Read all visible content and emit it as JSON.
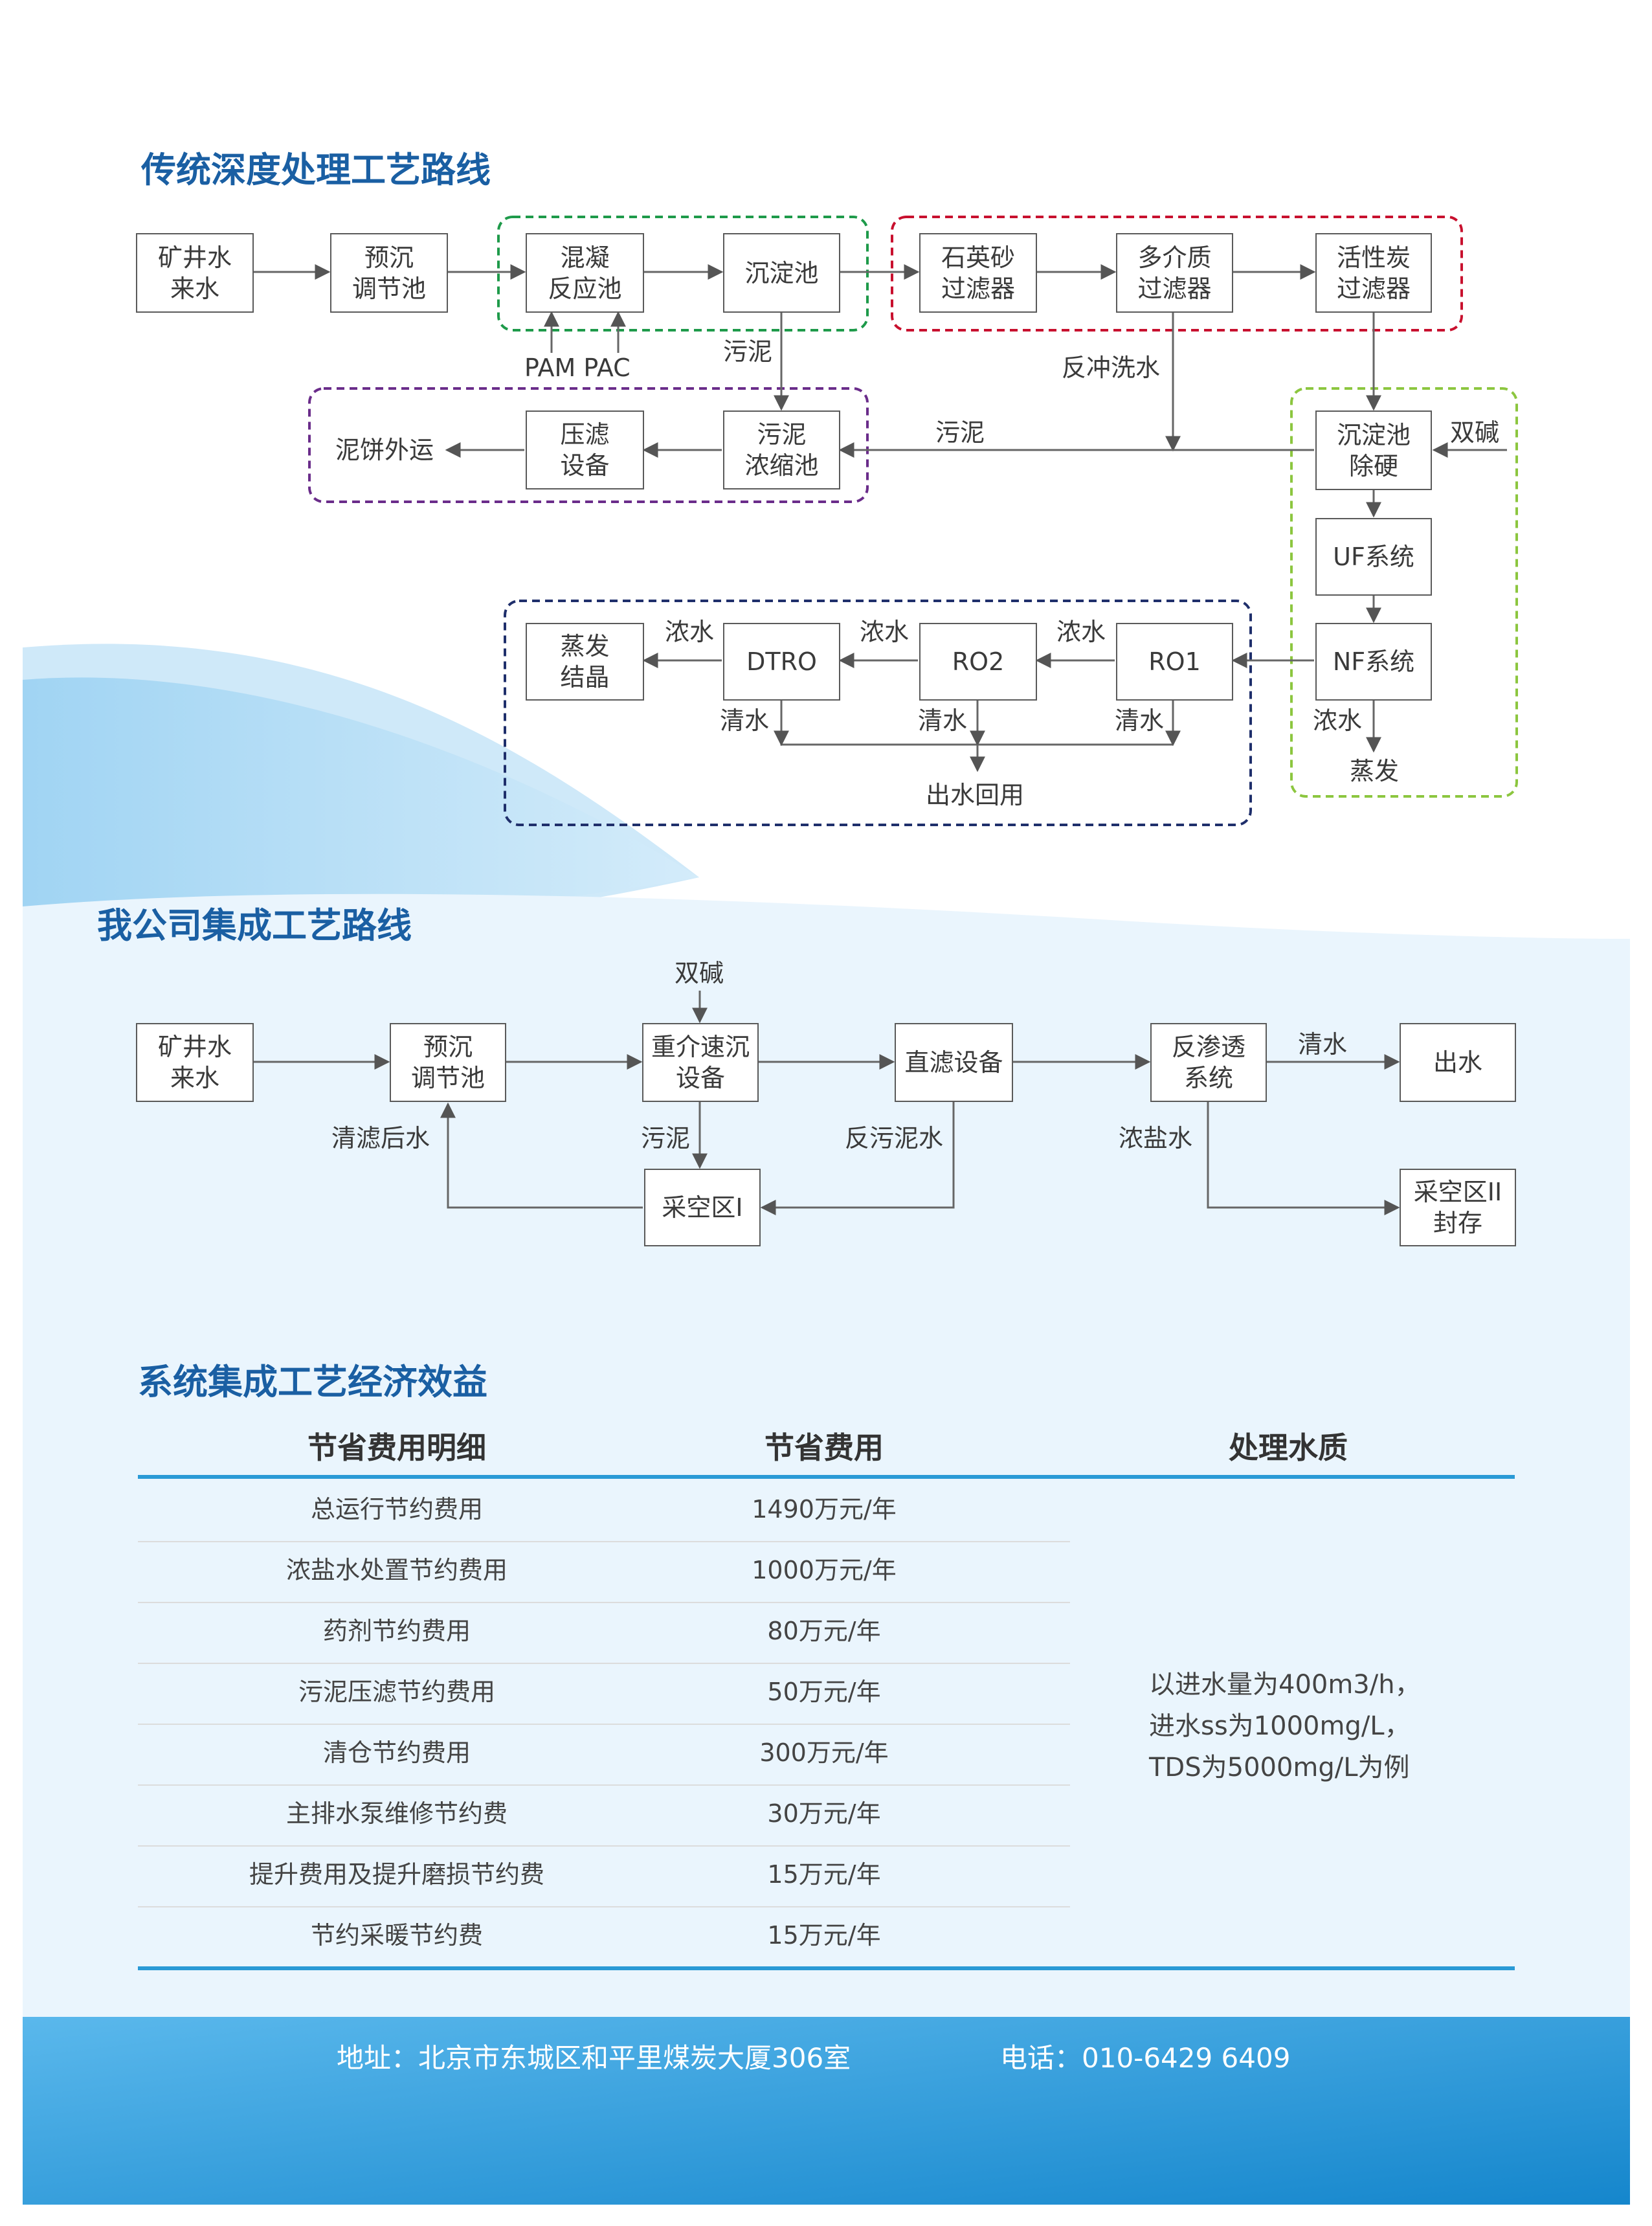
{
  "section1": {
    "title": "传统深度处理工艺路线"
  },
  "section2": {
    "title": "我公司集成工艺路线"
  },
  "section3": {
    "title": "系统集成工艺经济效益"
  },
  "traditional": {
    "boxes": {
      "mine_water": "矿井水\n来水",
      "pre_settle": "预沉\n调节池",
      "coag": "混凝\n反应池",
      "settle": "沉淀池",
      "quartz": "石英砂\n过滤器",
      "multimedia": "多介质\n过滤器",
      "carbon": "活性炭\n过滤器",
      "press": "压滤\n设备",
      "sludge_thick": "污泥\n浓缩池",
      "softening": "沉淀池\n除硬",
      "uf": "UF系统",
      "nf": "NF系统",
      "ro1": "RO1",
      "ro2": "RO2",
      "dtro": "DTRO",
      "evap_cryst": "蒸发\n结晶"
    },
    "labels": {
      "pam_pac": "PAM  PAC",
      "sludge1": "污泥",
      "backwash": "反冲洗水",
      "sludge2": "污泥",
      "dual_alkali": "双碱",
      "cake_out": "泥饼外运",
      "conc1": "浓水",
      "conc2": "浓水",
      "conc3": "浓水",
      "conc_nf": "浓水",
      "clear1": "清水",
      "clear2": "清水",
      "clear3": "清水",
      "reuse": "出水回用",
      "evaporation": "蒸发"
    }
  },
  "integrated": {
    "boxes": {
      "mine_water": "矿井水\n来水",
      "pre_settle": "预沉\n调节池",
      "heavy_media": "重介速沉\n设备",
      "direct_filter": "直滤设备",
      "ro": "反渗透\n系统",
      "outlet": "出水",
      "goaf1": "采空区I",
      "goaf2": "采空区II\n封存"
    },
    "labels": {
      "dual_alkali": "双碱",
      "clear": "清水",
      "filtrate": "清滤后水",
      "sludge": "污泥",
      "backwash_sludge": "反污泥水",
      "brine": "浓盐水"
    }
  },
  "table": {
    "headers": [
      "节省费用明细",
      "节省费用",
      "处理水质"
    ],
    "rows": [
      [
        "总运行节约费用",
        "1490万元/年"
      ],
      [
        "浓盐水处置节约费用",
        "1000万元/年"
      ],
      [
        "药剂节约费用",
        "80万元/年"
      ],
      [
        "污泥压滤节约费用",
        "50万元/年"
      ],
      [
        "清仓节约费用",
        "300万元/年"
      ],
      [
        "主排水泵维修节约费",
        "30万元/年"
      ],
      [
        "提升费用及提升磨损节约费",
        "15万元/年"
      ],
      [
        "节约采暖节约费",
        "15万元/年"
      ]
    ],
    "note": "以进水量为400m3/h，\n进水ss为1000mg/L，\nTDS为5000mg/L为例"
  },
  "footer": {
    "address": "地址：北京市东城区和平里煤炭大厦306室",
    "phone": "电话：010-6429 6409"
  },
  "colors": {
    "title_blue": "#1a5fa3",
    "green_group": "#1e9a4a",
    "red_group": "#c8102e",
    "purple_group": "#6a2c8a",
    "lime_group": "#8cc63f",
    "navy_group": "#1f2f6b",
    "footer_blue": "#1e96d8"
  }
}
